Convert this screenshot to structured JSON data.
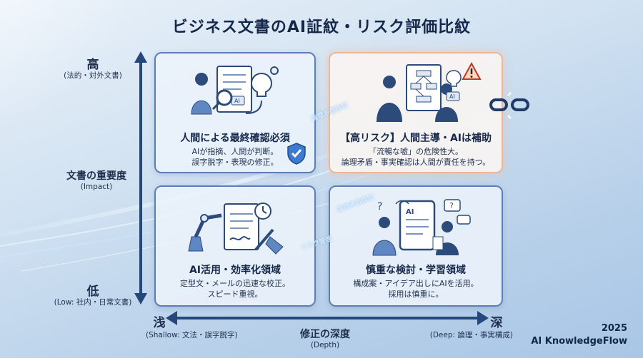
{
  "title": "ビジネス文書のAI証紋・リスク評価比紋",
  "y_axis": {
    "high": "高",
    "high_sub": "(法的・対外文書)",
    "label": "文書の重要度",
    "label_sub": "(Impact)",
    "low": "低",
    "low_sub": "(Low: 社内・日常文書)"
  },
  "x_axis": {
    "left": "浅",
    "left_sub": "(Shallow: 文法・誤字脱字)",
    "label": "修正の深度",
    "label_sub": "(Depth)",
    "right": "深",
    "right_sub": "(Deep: 論理・事実構成)"
  },
  "quadrants": {
    "top_left": {
      "title": "人間による最終確認必須",
      "line1": "AIが指摘、人間が判断。",
      "line2": "誤字脱字・表現の修正。"
    },
    "top_right": {
      "title": "【高リスク】人間主導・AIは補助",
      "line1": "「流暢な嘘」の危険性大。",
      "line2": "論理矛盾・事実確認は人間が責任を持つ。"
    },
    "bottom_left": {
      "title": "AI活用・効率化領域",
      "line1": "定型文・メールの迅速な校正。",
      "line2": "スピード重視。"
    },
    "bottom_right": {
      "title": "慎重な検討・学習領域",
      "line1": "構成案・アイデア出しにAIを活用。",
      "line2": "採用は慎重に。"
    }
  },
  "flow_labels": [
    "論理矛盾検知",
    "論理矛盾検知",
    "リスク管理"
  ],
  "brand": {
    "year": "2025",
    "name": "AI KnowledgeFlow"
  },
  "colors": {
    "axis": "#25477a",
    "card_border": "#5b7fb5",
    "hot_border": "#e9b89a",
    "title": "#15284a"
  }
}
